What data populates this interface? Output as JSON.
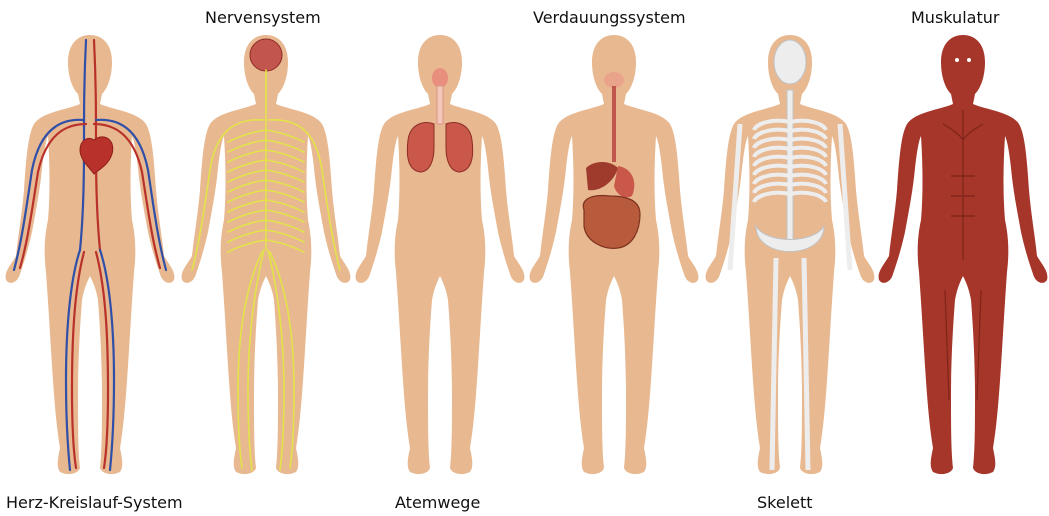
{
  "colors": {
    "skin": "#E8B890",
    "skin_shadow": "#DBA77E",
    "artery": "#B8312A",
    "vein": "#2F4FA8",
    "nerve": "#E2E34A",
    "organ": "#C9584B",
    "intestine": "#B85A3C",
    "bone": "#EDEDED",
    "bone_shadow": "#BFC3C6",
    "muscle": "#A6362A",
    "muscle_dark": "#7E2419"
  },
  "figures": [
    {
      "id": "circulatory",
      "label": "Herz-Kreislauf-System",
      "label_pos": "bottom",
      "overlay": "circulatory"
    },
    {
      "id": "nervous",
      "label": "Nervensystem",
      "label_pos": "top",
      "overlay": "nervous"
    },
    {
      "id": "respiratory",
      "label": "Atemwege",
      "label_pos": "bottom",
      "overlay": "respiratory"
    },
    {
      "id": "digestive",
      "label": "Verdauungssystem",
      "label_pos": "top",
      "overlay": "digestive"
    },
    {
      "id": "skeleton",
      "label": "Skelett",
      "label_pos": "bottom",
      "overlay": "skeleton"
    },
    {
      "id": "muscles",
      "label": "Muskulatur",
      "label_pos": "top",
      "overlay": "muscles"
    }
  ]
}
